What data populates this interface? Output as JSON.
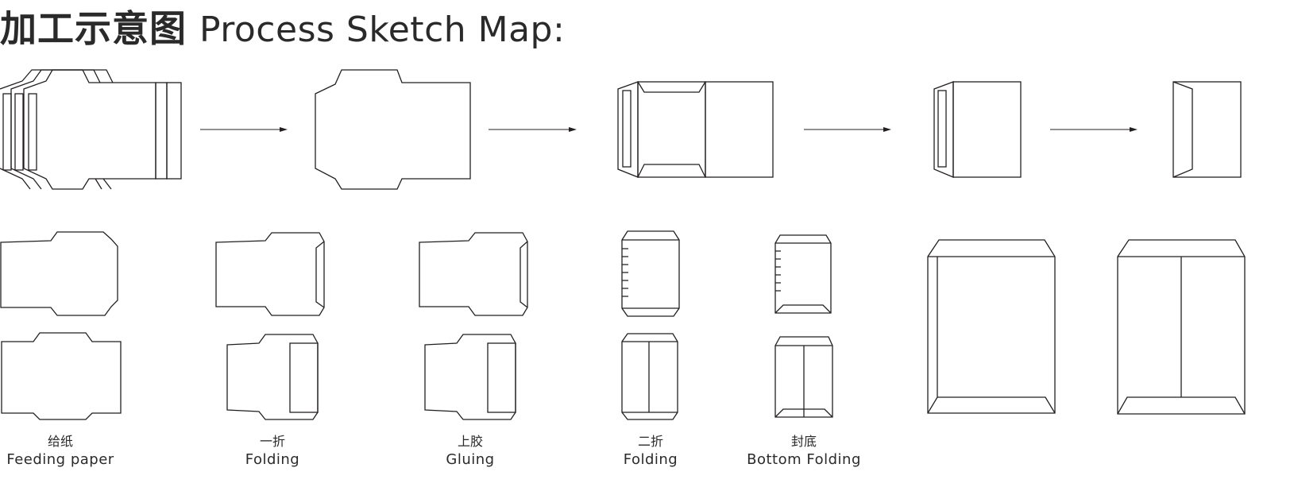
{
  "title": {
    "cn": "加工示意图",
    "en": "Process Sketch Map:"
  },
  "steps": [
    {
      "zh": "给纸",
      "en": "Feeding paper"
    },
    {
      "zh": "一折",
      "en": "Folding"
    },
    {
      "zh": "上胶",
      "en": "Gluing"
    },
    {
      "zh": "二折",
      "en": "Folding"
    },
    {
      "zh": "封底",
      "en": "Bottom Folding"
    }
  ],
  "colors": {
    "line": "#231f20",
    "text": "#2a2a2a",
    "background": "#ffffff"
  },
  "icons": [
    "arrow-right-icon"
  ]
}
